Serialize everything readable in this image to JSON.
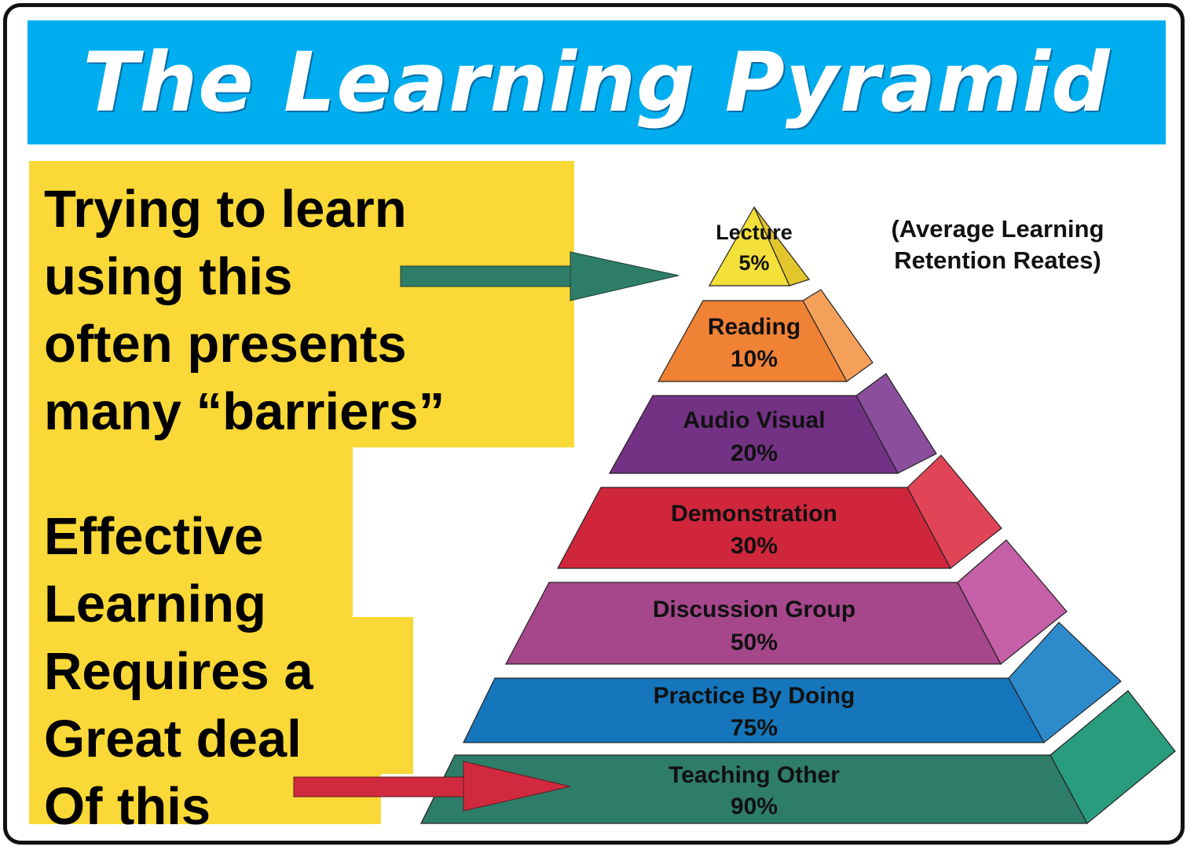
{
  "title": "The Learning Pyramid",
  "left_text_top": [
    "Trying to learn",
    "using this",
    "often presents",
    "many “barriers”"
  ],
  "left_text_bottom": [
    "Effective",
    "Learning",
    "Requires a",
    "Great deal",
    "Of this"
  ],
  "note": [
    "(Average Learning",
    "Retention Reates)"
  ],
  "colors": {
    "title_bar": "#00aeef",
    "highlight": "#f9d837",
    "arrow_top": "#2e7d69",
    "arrow_bottom": "#d12a3e"
  },
  "levels": [
    {
      "label": "Lecture",
      "value": "5%",
      "front": "#f3e03a",
      "side": "#e3c52c"
    },
    {
      "label": "Reading",
      "value": "10%",
      "front": "#f08236",
      "side": "#f5a05a"
    },
    {
      "label": "Audio Visual",
      "value": "20%",
      "front": "#733284",
      "side": "#8a4e9c"
    },
    {
      "label": "Demonstration",
      "value": "30%",
      "front": "#d0263c",
      "side": "#e24457"
    },
    {
      "label": "Discussion Group",
      "value": "50%",
      "front": "#a6478b",
      "side": "#c55fa7"
    },
    {
      "label": "Practice By Doing",
      "value": "75%",
      "front": "#1576bc",
      "side": "#2d8bcb"
    },
    {
      "label": "Teaching Other",
      "value": "90%",
      "front": "#2e7d69",
      "side": "#2a9c7e"
    }
  ]
}
